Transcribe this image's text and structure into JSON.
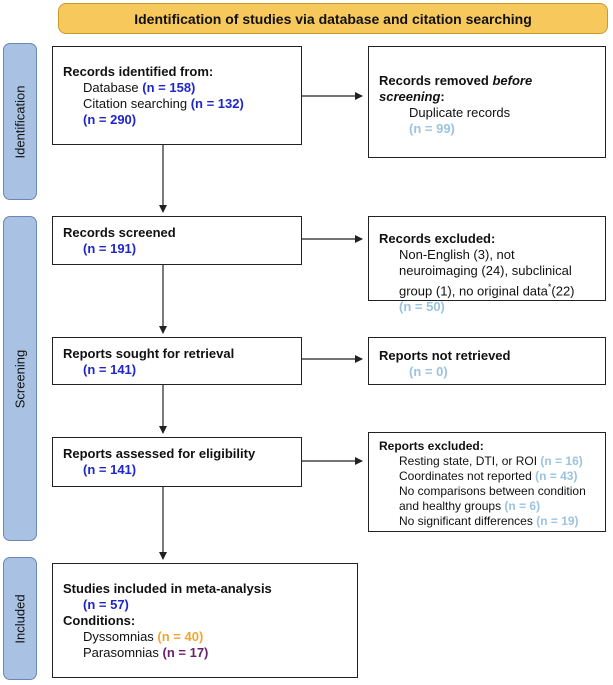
{
  "header": {
    "title": "Identification of studies via database and citation searching"
  },
  "stages": {
    "identification": "Identification",
    "screening": "Screening",
    "included": "Included"
  },
  "identified": {
    "title": "Records identified from:",
    "database_label": "Database",
    "database_n": "(n = 158)",
    "citation_label": "Citation searching",
    "citation_n": "(n = 132)",
    "total_n": "(n = 290)"
  },
  "removed": {
    "title_a": "Records removed",
    "title_b": "before",
    "title_c": "screening",
    "title_d": ":",
    "item": "Duplicate records",
    "n": "(n = 99)"
  },
  "screened": {
    "title": "Records screened",
    "n": "(n = 191)"
  },
  "excluded": {
    "title": "Records excluded:",
    "text_1": "Non-English (3), not",
    "text_2": "neuroimaging (24), subclinical",
    "text_3": "group (1), no original data",
    "text_3_sup": "*",
    "text_3_end": "(22)",
    "n": "(n = 50)"
  },
  "sought": {
    "title": "Reports sought for retrieval",
    "n": "(n = 141)"
  },
  "not_retrieved": {
    "title": "Reports not retrieved",
    "n": "(n = 0)"
  },
  "assessed": {
    "title": "Reports assessed for eligibility",
    "n": "(n = 141)"
  },
  "reports_excluded": {
    "title": "Reports excluded:",
    "item1_label": "Resting state, DTI, or ROI",
    "item1_n": "(n = 16)",
    "item2_label": "Coordinates not reported",
    "item2_n": "(n = 43)",
    "item3_label_a": "No comparisons between condition",
    "item3_label_b": "and healthy groups",
    "item3_n": "(n = 6)",
    "item4_label": "No significant differences",
    "item4_n": "(n = 19)"
  },
  "included": {
    "title": "Studies included in meta-analysis",
    "n": "(n = 57)",
    "conditions_title": "Conditions:",
    "dyssomnias_label": "Dyssomnias",
    "dyssomnias_n": "(n = 40)",
    "parasomnias_label": "Parasomnias",
    "parasomnias_n": "(n = 17)"
  },
  "colors": {
    "header": "#f7c85b",
    "stage": "#a9c2e3",
    "n_blue": "#1f26c9",
    "n_light_blue": "#9cc3df",
    "n_orange": "#f0a633",
    "n_purple": "#6b1f6b"
  }
}
